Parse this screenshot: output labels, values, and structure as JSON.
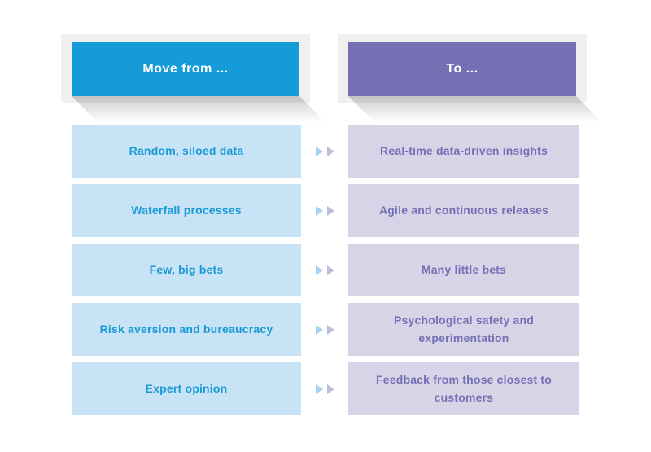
{
  "columns": {
    "from": {
      "header_label": "Move from ...",
      "accent": "#149bd8",
      "row_bg": "#c8e3f5",
      "text_color": "#189ad6"
    },
    "to": {
      "header_label": "To ...",
      "accent": "#7570b4",
      "row_bg": "#d7d4e8",
      "text_color": "#7570b4"
    }
  },
  "rows": [
    {
      "from": "Random, siloed data",
      "to": "Real-time data-driven insights"
    },
    {
      "from": "Waterfall processes",
      "to": "Agile and continuous releases"
    },
    {
      "from": "Few, big bets",
      "to": "Many little bets"
    },
    {
      "from": "Risk aversion and bureaucracy",
      "to": "Psychological safety and experimentation"
    },
    {
      "from": "Expert opinion",
      "to": "Feedback from those closest to customers"
    }
  ],
  "icons": {
    "row_connector": "double-chevron-right",
    "chevron_blue_color": "#a6d2ee",
    "chevron_purple_color": "#c0bcdd"
  },
  "style": {
    "panel_bg": "#f1f0f0",
    "page_bg": "#ffffff"
  }
}
